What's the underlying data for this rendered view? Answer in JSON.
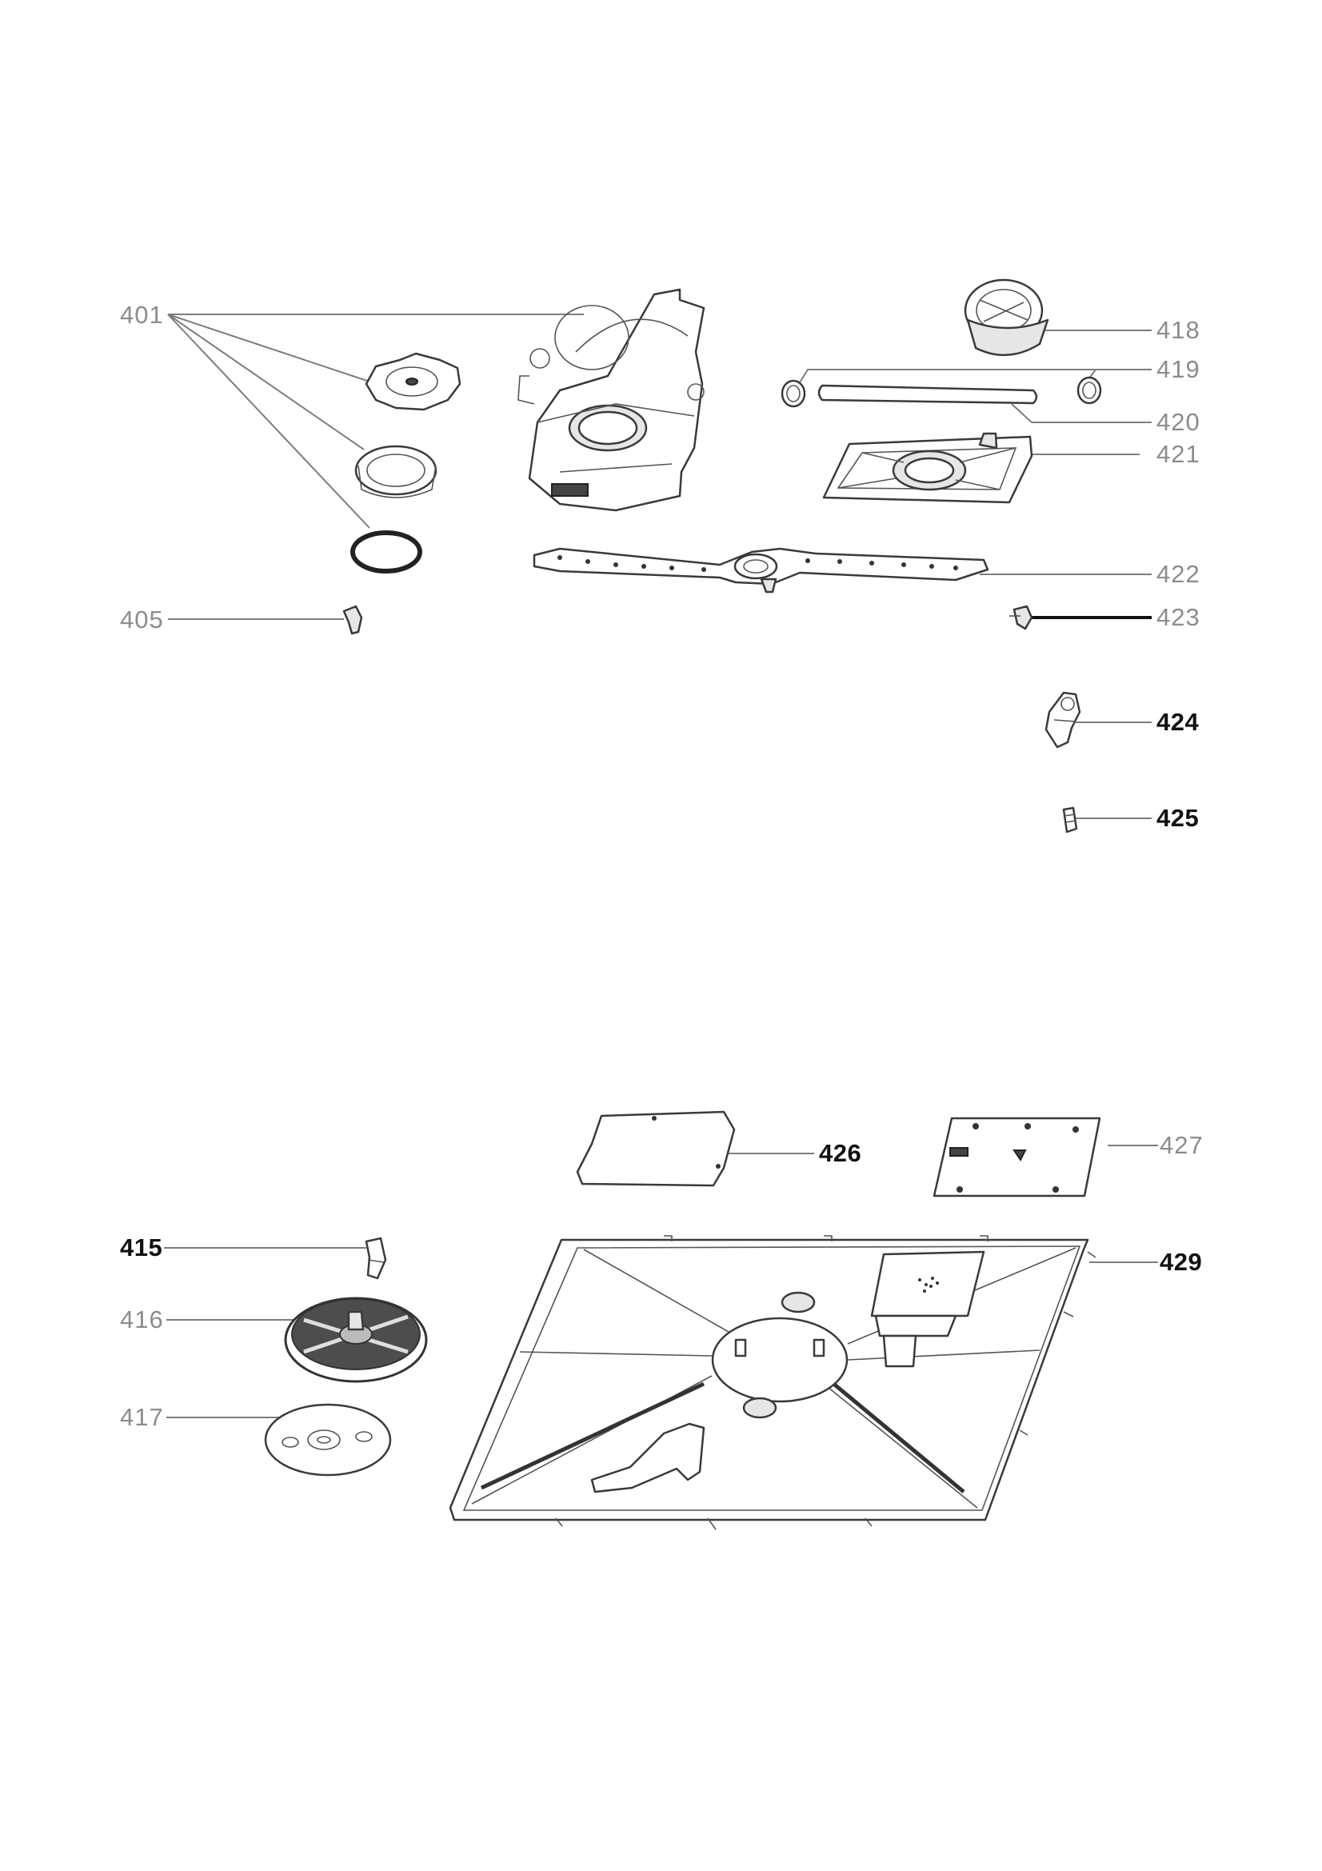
{
  "callouts": {
    "c401": "401",
    "c405": "405",
    "c418": "418",
    "c419": "419",
    "c420": "420",
    "c421": "421",
    "c422": "422",
    "c423": "423",
    "c424": "424",
    "c425": "425",
    "c415": "415",
    "c416": "416",
    "c417": "417",
    "c426": "426",
    "c427": "427",
    "c429": "429"
  }
}
